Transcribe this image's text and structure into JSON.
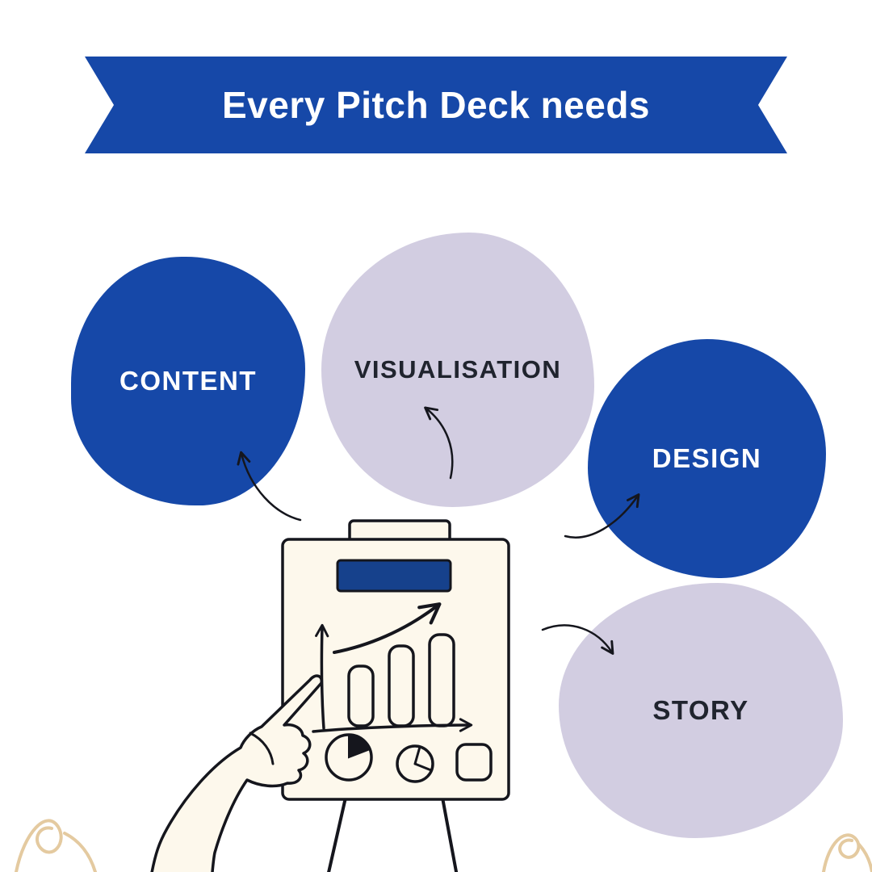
{
  "banner": {
    "title": "Every Pitch Deck needs",
    "fill": "#1648a8",
    "text_color": "#ffffff"
  },
  "diagram": {
    "nodes": [
      {
        "id": "content",
        "label": "CONTENT",
        "fill": "#1648a8",
        "text_color": "#ffffff"
      },
      {
        "id": "visualisation",
        "label": "VISUALISATION",
        "fill": "#d2cde1",
        "text_color": "#20242e"
      },
      {
        "id": "design",
        "label": "DESIGN",
        "fill": "#1648a8",
        "text_color": "#ffffff"
      },
      {
        "id": "story",
        "label": "STORY",
        "fill": "#d2cde1",
        "text_color": "#20242e"
      }
    ],
    "connectors": [
      "arrow-to-content",
      "arrow-to-visualisation",
      "arrow-to-design",
      "arrow-to-story"
    ],
    "center_illustration": "hand-pointing-at-flipchart-with-charts"
  },
  "decorations": [
    "corner-squiggle-left",
    "corner-squiggle-right"
  ],
  "colors": {
    "brand_blue": "#1648a8",
    "lavender": "#d2cde1",
    "cream": "#fdf8ec",
    "ink": "#15161d",
    "tan": "#e4caa0",
    "background": "#ffffff"
  }
}
